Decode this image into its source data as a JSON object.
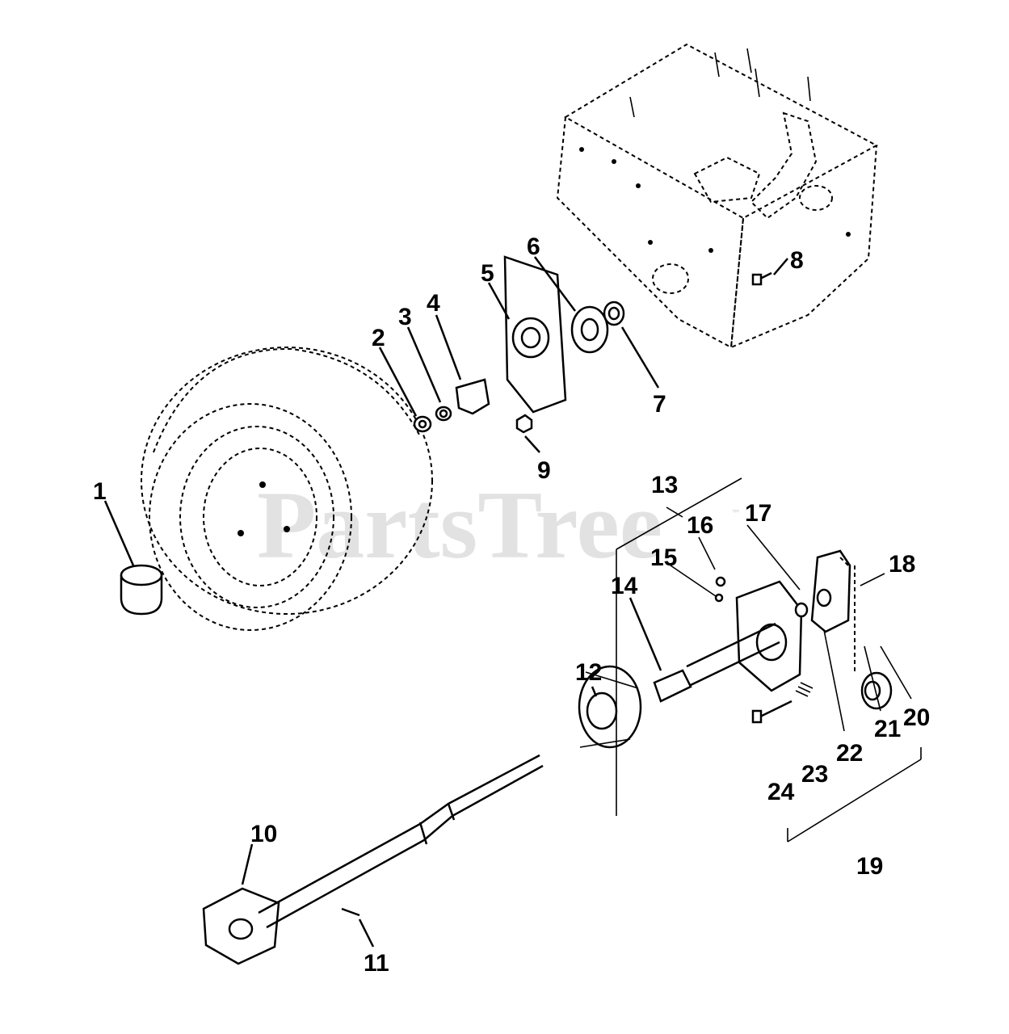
{
  "watermark": {
    "text": "PartsTree",
    "trademark": "™"
  },
  "callouts": [
    "1",
    "2",
    "3",
    "4",
    "5",
    "6",
    "7",
    "8",
    "9",
    "10",
    "11",
    "12",
    "13",
    "14",
    "15",
    "16",
    "17",
    "18",
    "19",
    "20",
    "21",
    "22",
    "23",
    "24"
  ]
}
